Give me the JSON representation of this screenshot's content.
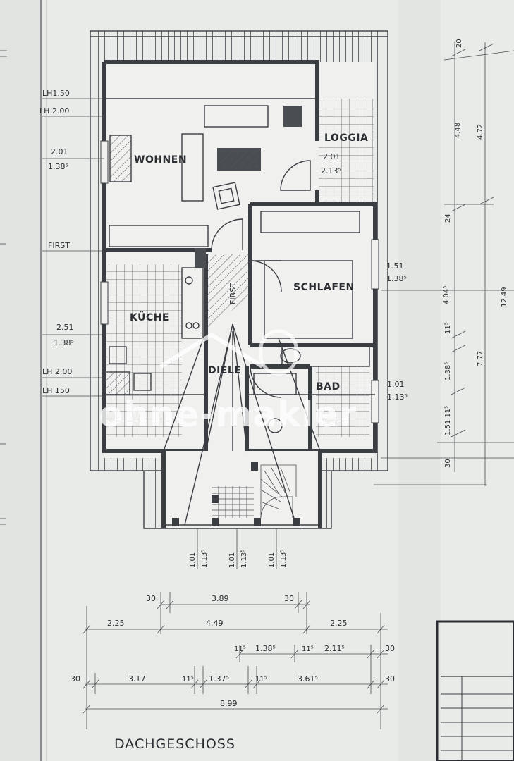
{
  "drawing": {
    "title": "DACHGESCHOSS",
    "watermark": "ohne-makler"
  },
  "rooms": {
    "wohnen": "WOHNEN",
    "loggia": "LOGGIA",
    "schlafen": "SCHLAFEN",
    "kuche": "KÜCHE",
    "diele": "DIELE",
    "bad": "BAD",
    "first_center": "FIRST"
  },
  "left_labels": {
    "lh150_top": "LH1.50",
    "lh200_top": "LH 2.00",
    "w1_a": "2.01",
    "w1_b": "1.38⁵",
    "first": "FIRST",
    "w2_a": "2.51",
    "w2_b": "1.38⁵",
    "lh200_bot": "LH 2.00",
    "lh150_bot": "LH 150"
  },
  "inner_labels": {
    "loggia_a": "2.01",
    "loggia_b": "2.13⁵",
    "schlafen_a": "1.51",
    "schlafen_b": "1.38⁵",
    "bad_a": "1.01",
    "bad_b": "1.13⁵"
  },
  "right_dims": {
    "d20": "20",
    "d448": "4.48",
    "d472": "4.72",
    "d24": "24",
    "d4045": "4.04⁵",
    "d1249": "12.49",
    "d115a": "11⁵",
    "d777": "7.77",
    "d1385": "1.38⁵",
    "d151": "1.51 11⁵",
    "d30": "30"
  },
  "dormer_labels": {
    "a1": "1.01",
    "a2": "1.13⁵",
    "b1": "1.01",
    "b2": "1.13⁵",
    "c1": "1.01",
    "c2": "1.13⁵"
  },
  "bottom_dims": {
    "r1_30a": "30",
    "r1_389": "3.89",
    "r1_30b": "30",
    "r2_225a": "2.25",
    "r2_449": "4.49",
    "r2_225b": "2.25",
    "r3_115a": "11⁵",
    "r3_1385": "1.38⁵",
    "r3_115b": "11⁵",
    "r3_2115": "2.11⁵",
    "r3_30": "30",
    "r4_30a": "30",
    "r4_317": "3.17",
    "r4_115a": "11⁵",
    "r4_1375": "1.37⁵",
    "r4_115b": "11⁵",
    "r4_3615": "3.61⁵",
    "r4_30b": "30",
    "r5_899": "8.99"
  }
}
